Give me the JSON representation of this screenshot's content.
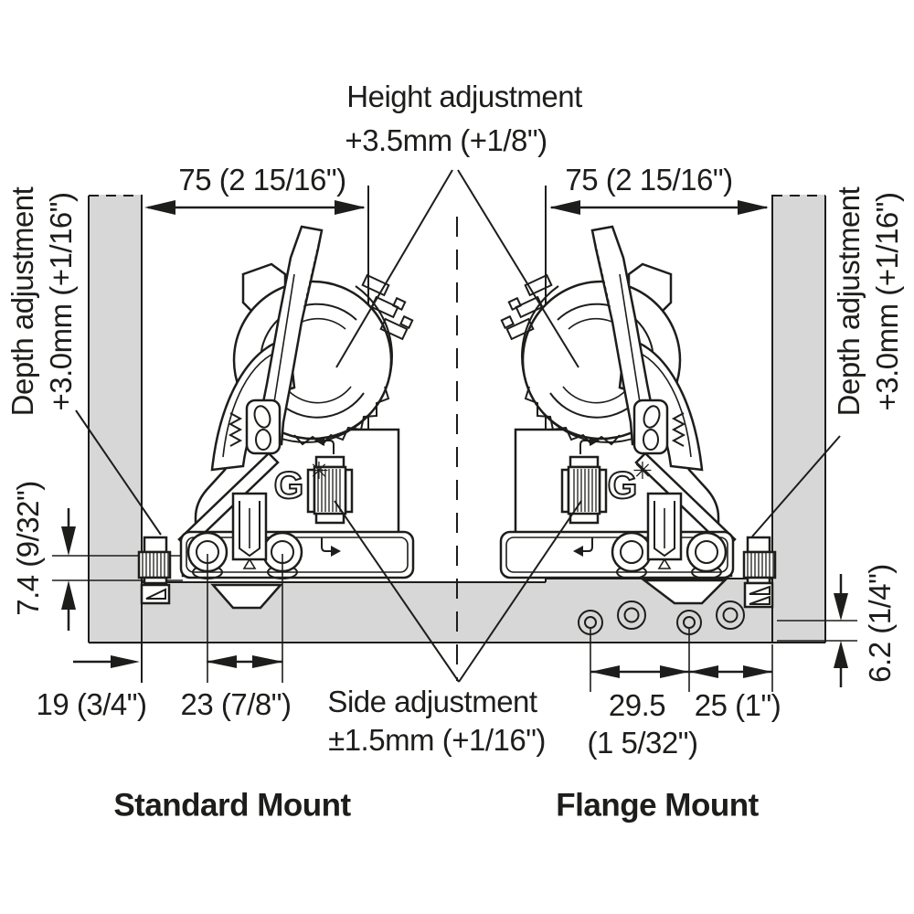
{
  "drawing": {
    "type": "installation-diagram",
    "line_color": "#1d1d1b",
    "panel_color": "#d7d7d7",
    "annotations": {
      "height_adjustment": {
        "line1": "Height adjustment",
        "line2": "+3.5mm (+1/8\")"
      },
      "dim_75_left": "75 (2 15/16\")",
      "dim_75_right": "75 (2 15/16\")",
      "depth_adjustment_left": {
        "line1": "Depth adjustment",
        "line2": "+3.0mm (+1/16\")"
      },
      "depth_adjustment_right": {
        "line1": "Depth adjustment",
        "line2": "+3.0mm (+1/16\")"
      },
      "dim_7_4": "7.4 (9/32\")",
      "dim_6_2": "6.2 (1/4\")",
      "dim_19": "19 (3/4\")",
      "dim_23": "23 (7/8\")",
      "side_adjustment": {
        "line1": "Side adjustment",
        "line2": "±1.5mm (+1/16\")"
      },
      "dim_29_5": {
        "line1": "29.5",
        "line2": "(1 5/32\")"
      },
      "dim_25": "25 (1\")",
      "label_standard": "Standard Mount",
      "label_flange": "Flange Mount",
      "logo": "G",
      "logo_star": "✳"
    }
  }
}
